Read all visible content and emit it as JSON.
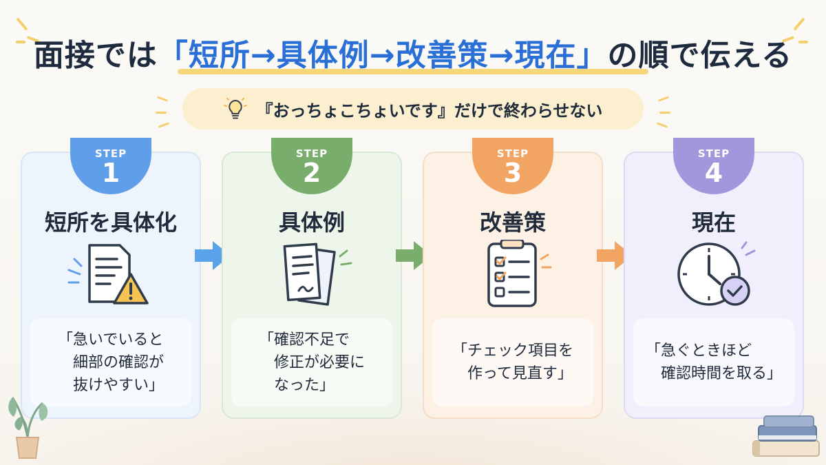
{
  "title": {
    "before": "面接では",
    "highlight": "「短所→具体例→改善策→現在」",
    "after": "の順で伝える"
  },
  "subtitle": "『おっちょこちょいです』だけで終わらせない",
  "step_label": "STEP",
  "steps": [
    {
      "number": "1",
      "title": "短所を具体化",
      "quote": "「急いでいると\n　細部の確認が\n　抜けやすい」"
    },
    {
      "number": "2",
      "title": "具体例",
      "quote": "「確認不足で\n　修正が必要に\n　なった」"
    },
    {
      "number": "3",
      "title": "改善策",
      "quote": "「チェック項目を\n　作って見直す」"
    },
    {
      "number": "4",
      "title": "現在",
      "quote": "「急ぐときほど\n　確認時間を取る」"
    }
  ],
  "colors": {
    "title_highlight": "#2a6fd6",
    "step1": "#5f9ee8",
    "step2": "#79ad6c",
    "step3": "#f2a463",
    "step4": "#a197dc",
    "underline": "#f5d77a"
  },
  "icons": {
    "subtitle": "lightbulb-icon",
    "step1": "document-warning-icon",
    "step2": "documents-icon",
    "step3": "checklist-clipboard-icon",
    "step4": "clock-check-icon"
  }
}
